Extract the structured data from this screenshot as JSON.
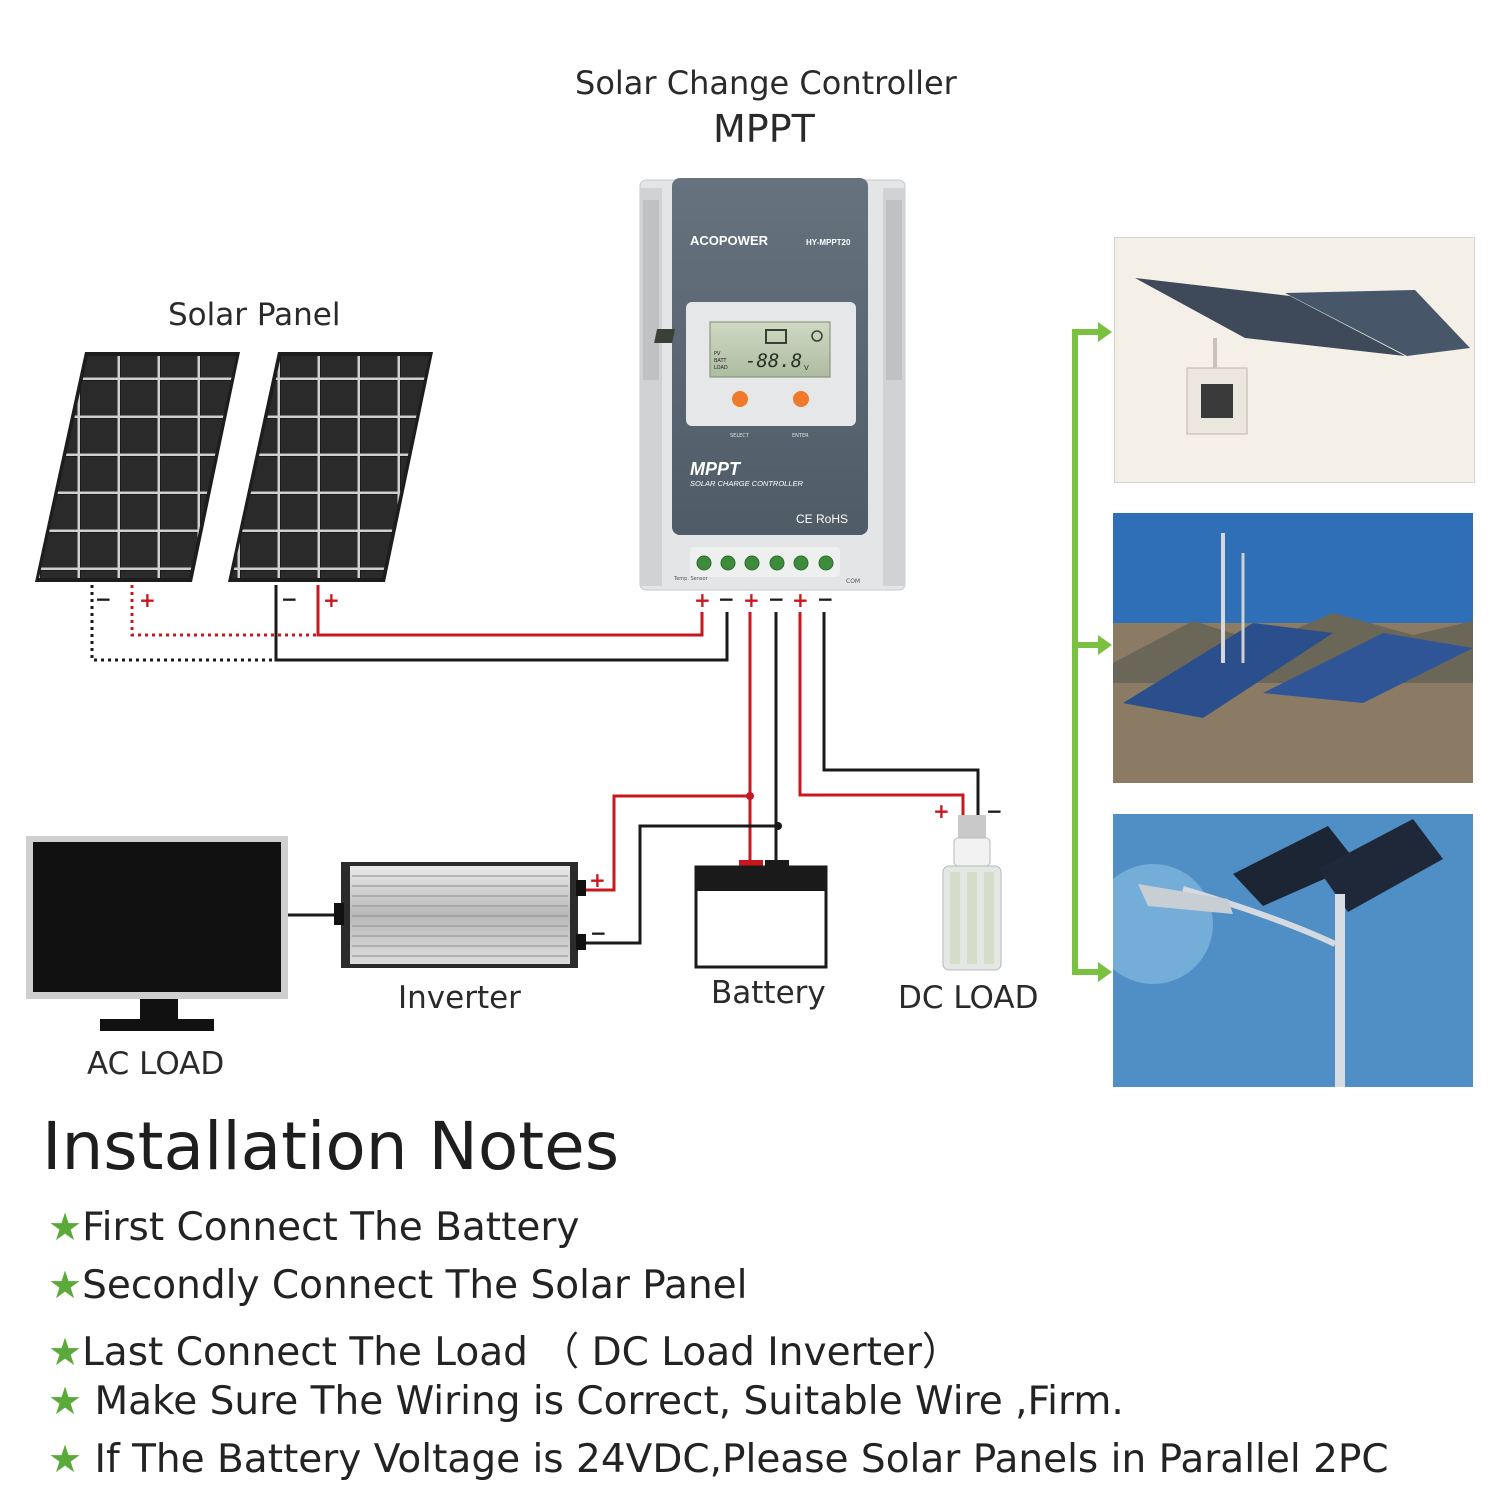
{
  "controller": {
    "title_line1": "Solar Change Controller",
    "title_line2": "MPPT",
    "brand": "ACOPOWER",
    "model": "HY-MPPT20",
    "lcd_reading": "-88.8",
    "lcd_unit": "V",
    "lcd_labels": [
      "PV",
      "BATT",
      "LOAD"
    ],
    "button_select": "SELECT",
    "button_enter": "ENTER",
    "product_name": "MPPT",
    "product_sub": "SOLAR CHARGE CONTROLLER",
    "cert": "CE RoHS",
    "temp_sensor": "Temp. Sensor",
    "com": "COM"
  },
  "labels": {
    "solar_panel": "Solar Panel",
    "inverter": "Inverter",
    "battery": "Battery",
    "dc_load": "DC LOAD",
    "ac_load": "AC LOAD",
    "plus": "+",
    "minus": "−"
  },
  "notes": {
    "title": "Installation Notes",
    "items": [
      "First Connect The Battery",
      "Secondly Connect  The  Solar Panel",
      "Last  Connect  The Load  （ DC Load  Inverter）",
      " Make Sure The Wiring is Correct, Suitable Wire ,Firm.",
      " If The Battery Voltage is 24VDC,Please Solar Panels in Parallel 2PC"
    ]
  },
  "colors": {
    "wire_positive": "#c8171e",
    "wire_negative": "#1a1a1a",
    "arrow": "#7ac142",
    "star": "#5aaa3a",
    "controller_face": "#5a6773"
  },
  "photos": [
    "wall-mounted solar panel",
    "solar panel array with tower",
    "solar street light"
  ]
}
